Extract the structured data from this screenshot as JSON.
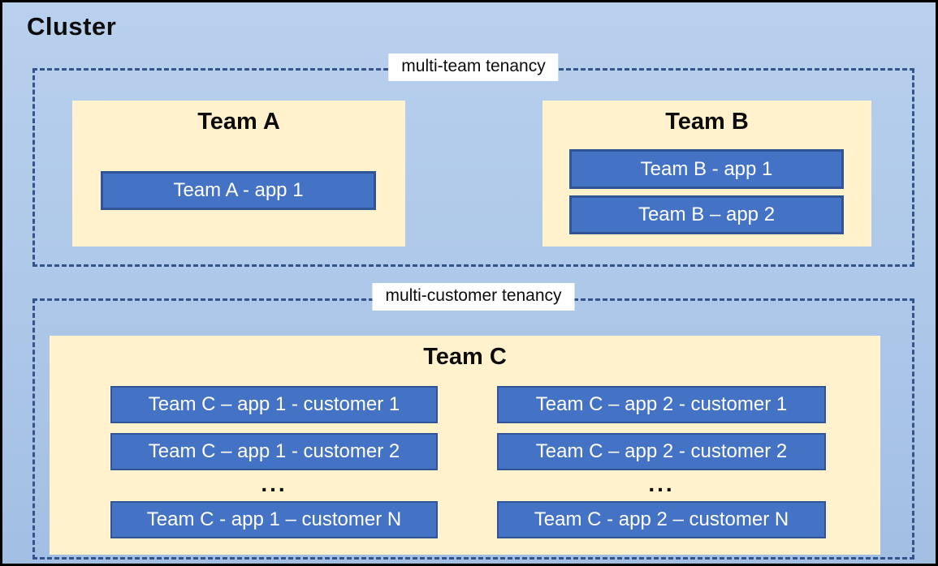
{
  "title": "Cluster",
  "zones": {
    "multi_team": {
      "label": "multi-team tenancy"
    },
    "multi_customer": {
      "label": "multi-customer tenancy"
    }
  },
  "teams": {
    "a": {
      "name": "Team A",
      "app1": "Team A - app 1"
    },
    "b": {
      "name": "Team B",
      "app1": "Team B - app 1",
      "app2": "Team B – app 2"
    },
    "c": {
      "name": "Team C",
      "col1": {
        "row1": "Team C – app 1 - customer 1",
        "row2": "Team C – app 1 - customer 2",
        "ellipsis": "...",
        "rowN": "Team C - app 1 – customer N"
      },
      "col2": {
        "row1": "Team C – app 2 - customer 1",
        "row2": "Team C – app 2 - customer 2",
        "ellipsis": "...",
        "rowN": "Team C - app 2 – customer N"
      }
    }
  },
  "colors": {
    "background_top": "#B9D0ED",
    "background_bottom": "#A2BFE3",
    "outer_border": "#000000",
    "zone_dashed_border": "#34558B",
    "team_box_fill": "#FFF2CC",
    "app_node_fill": "#4472C4",
    "app_node_border": "#2F5597",
    "zone_label_bg": "#FFFFFF",
    "text_dark": "#0D0D0D",
    "text_light": "#FFFFFF"
  }
}
